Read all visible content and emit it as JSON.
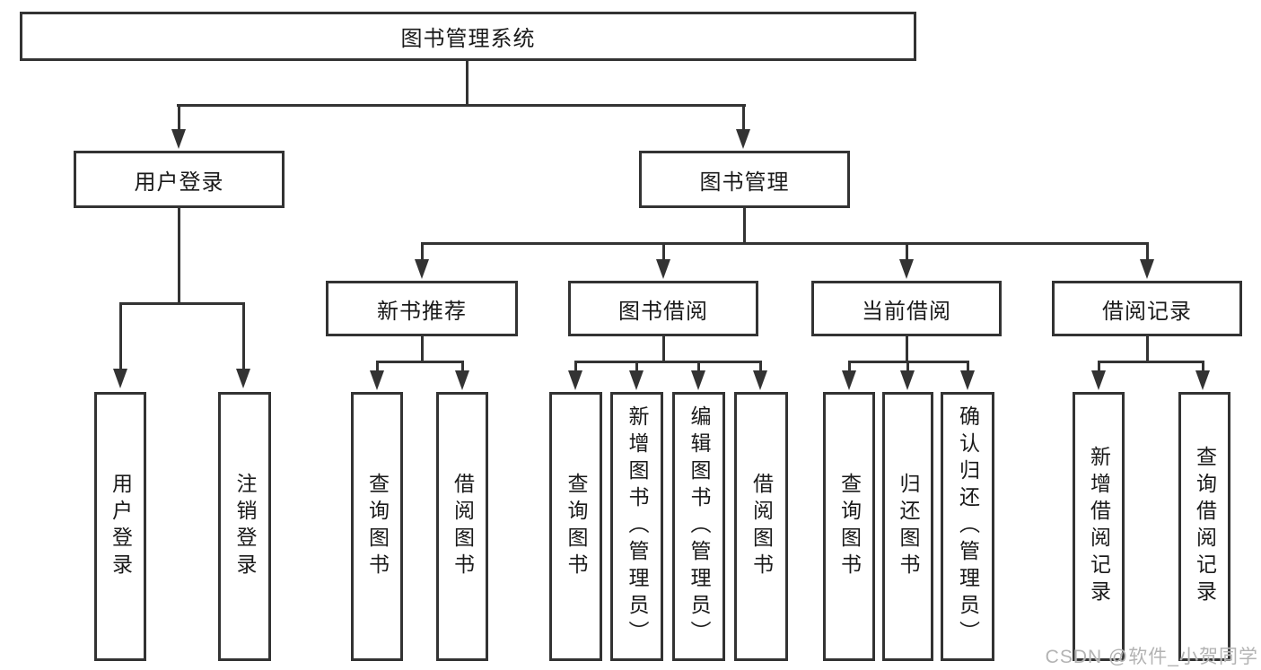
{
  "diagram": {
    "type": "hierarchy-tree",
    "root": {
      "label": "图书管理系统",
      "children": [
        {
          "label": "用户登录",
          "children": [
            {
              "label": "用户登录"
            },
            {
              "label": "注销登录"
            }
          ]
        },
        {
          "label": "图书管理",
          "children": [
            {
              "label": "新书推荐",
              "children": [
                {
                  "label": "查询图书"
                },
                {
                  "label": "借阅图书"
                }
              ]
            },
            {
              "label": "图书借阅",
              "children": [
                {
                  "label": "查询图书"
                },
                {
                  "label": "新增图书（管理员）"
                },
                {
                  "label": "编辑图书（管理员）"
                },
                {
                  "label": "借阅图书"
                }
              ]
            },
            {
              "label": "当前借阅",
              "children": [
                {
                  "label": "查询图书"
                },
                {
                  "label": "归还图书"
                },
                {
                  "label": "确认归还（管理员）"
                }
              ]
            },
            {
              "label": "借阅记录",
              "children": [
                {
                  "label": "新增借阅记录"
                },
                {
                  "label": "查询借阅记录"
                }
              ]
            }
          ]
        }
      ]
    }
  },
  "watermark": {
    "text": "CSDN @软件_小贺同学"
  },
  "colors": {
    "line": "#333333",
    "box_border": "#333333",
    "text": "#1a1a1a",
    "watermark": "#b3b3b3",
    "background": "#ffffff"
  }
}
